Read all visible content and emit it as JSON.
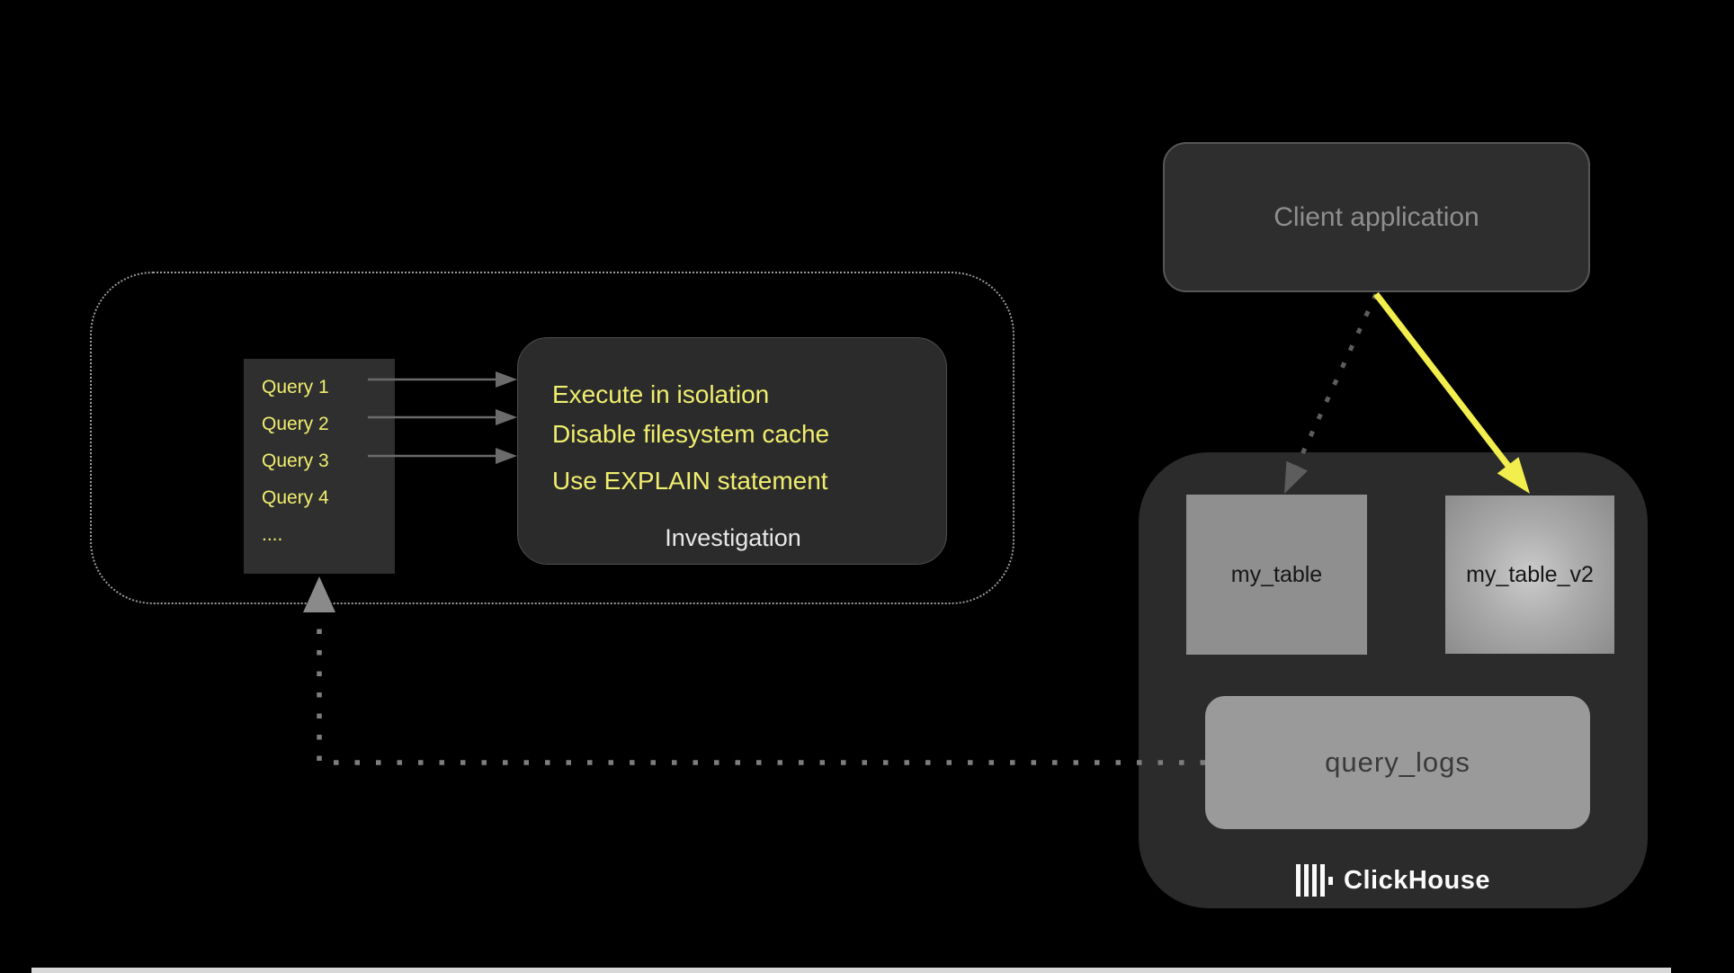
{
  "client_application": {
    "label": "Client application"
  },
  "investigation_group": {
    "queries": [
      "Query 1",
      "Query 2",
      "Query 3",
      "Query 4",
      "...."
    ],
    "tips": [
      "Execute in isolation",
      "Disable filesystem cache",
      "Use EXPLAIN statement"
    ],
    "label": "Investigation"
  },
  "clickhouse": {
    "table_left": "my_table",
    "table_right": "my_table_v2",
    "logs_table": "query_logs",
    "brand": "ClickHouse"
  },
  "colors": {
    "background": "#000000",
    "panel_dark": "#2b2b2b",
    "highlight_yellow": "#f0ee6e",
    "arrow_yellow": "#f2ee4e",
    "arrow_gray": "#6b6b6b",
    "dotted_gray": "#7d7d7d",
    "table_gray": "#8f8f8f",
    "logs_gray": "#9a9a9a",
    "muted_text": "#8f8f8f"
  }
}
